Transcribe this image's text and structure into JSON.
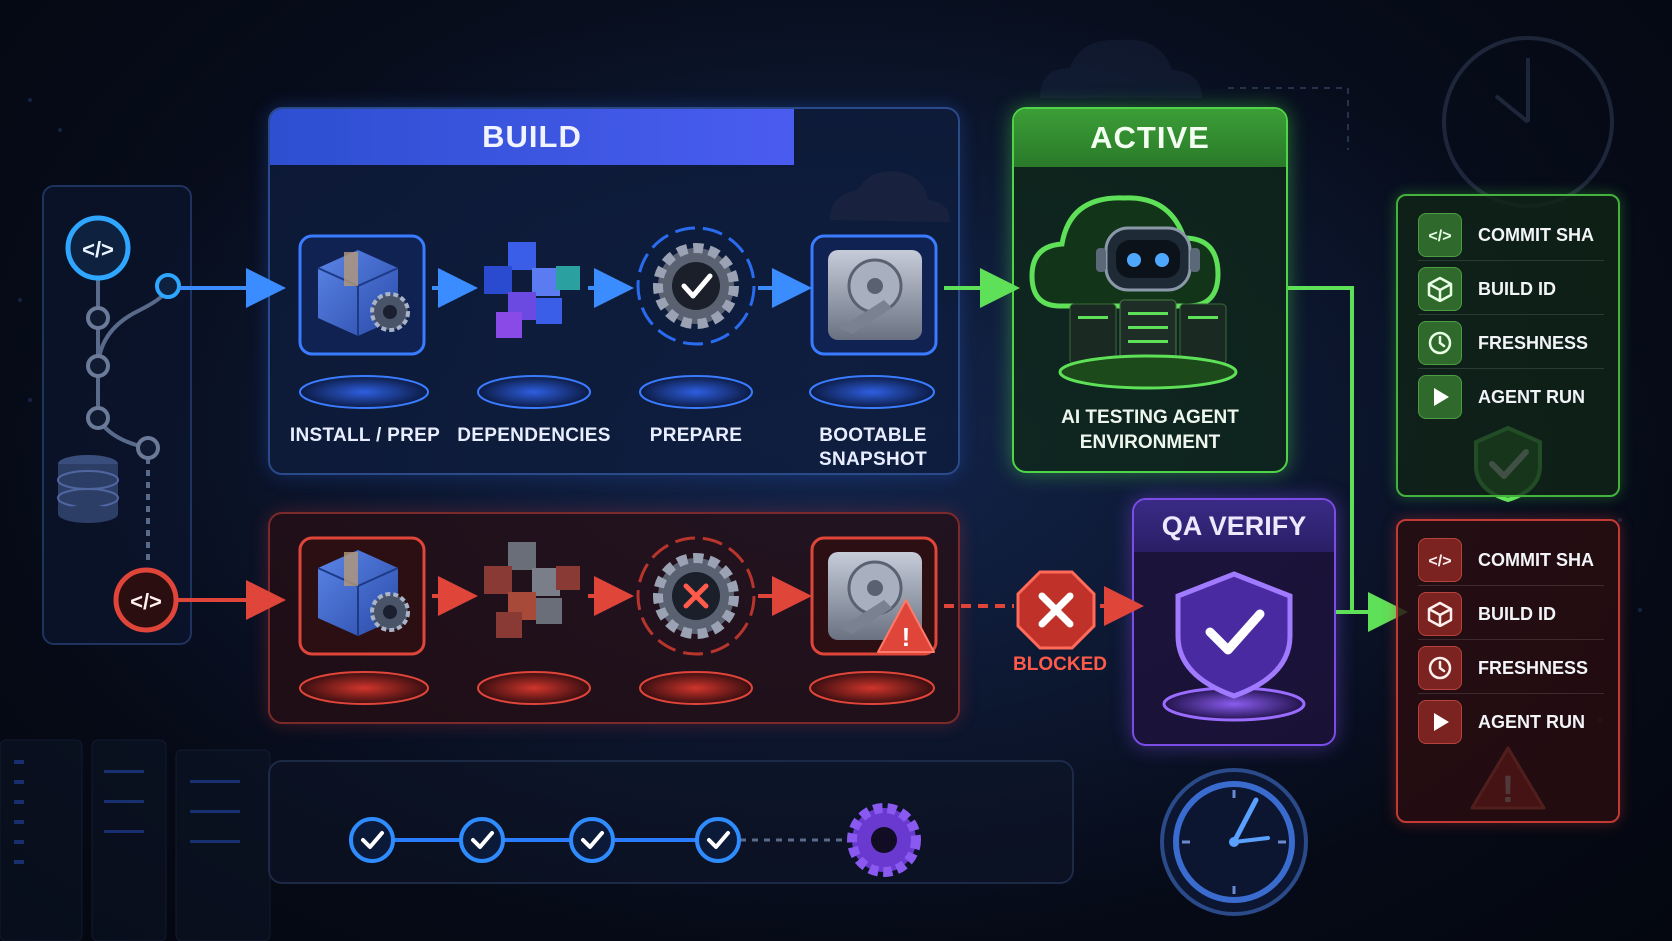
{
  "build": {
    "title": "BUILD",
    "stages": [
      {
        "label": "INSTALL / PREP",
        "icon": "package-gear-icon"
      },
      {
        "label": "DEPENDENCIES",
        "icon": "cubes-icon"
      },
      {
        "label": "PREPARE",
        "icon": "gear-check-icon"
      },
      {
        "label": "BOOTABLE",
        "label2": "SNAPSHOT",
        "icon": "disk-snapshot-icon"
      }
    ]
  },
  "active": {
    "title": "ACTIVE",
    "env_line1": "AI TESTING AGENT",
    "env_line2": "ENVIRONMENT"
  },
  "blocked": {
    "label": "BLOCKED"
  },
  "qa": {
    "title": "QA VERIFY"
  },
  "meta_success": {
    "rows": [
      {
        "label": "COMMIT SHA",
        "icon": "code-icon"
      },
      {
        "label": "BUILD ID",
        "icon": "cube-icon"
      },
      {
        "label": "FRESHNESS",
        "icon": "clock-icon"
      },
      {
        "label": "AGENT RUN",
        "icon": "play-icon"
      }
    ],
    "status_icon": "shield-check-icon"
  },
  "meta_failure": {
    "rows": [
      {
        "label": "COMMIT SHA",
        "icon": "code-icon"
      },
      {
        "label": "BUILD ID",
        "icon": "cube-icon"
      },
      {
        "label": "FRESHNESS",
        "icon": "clock-icon"
      },
      {
        "label": "AGENT RUN",
        "icon": "play-icon"
      }
    ],
    "status_icon": "warning-icon"
  },
  "colors": {
    "build_blue": "#3a6cf0",
    "success_green": "#4fd448",
    "failure_red": "#e0453a",
    "qa_purple": "#7c4de6"
  },
  "progress_track": {
    "completed_steps": 4,
    "total_steps": 5
  }
}
